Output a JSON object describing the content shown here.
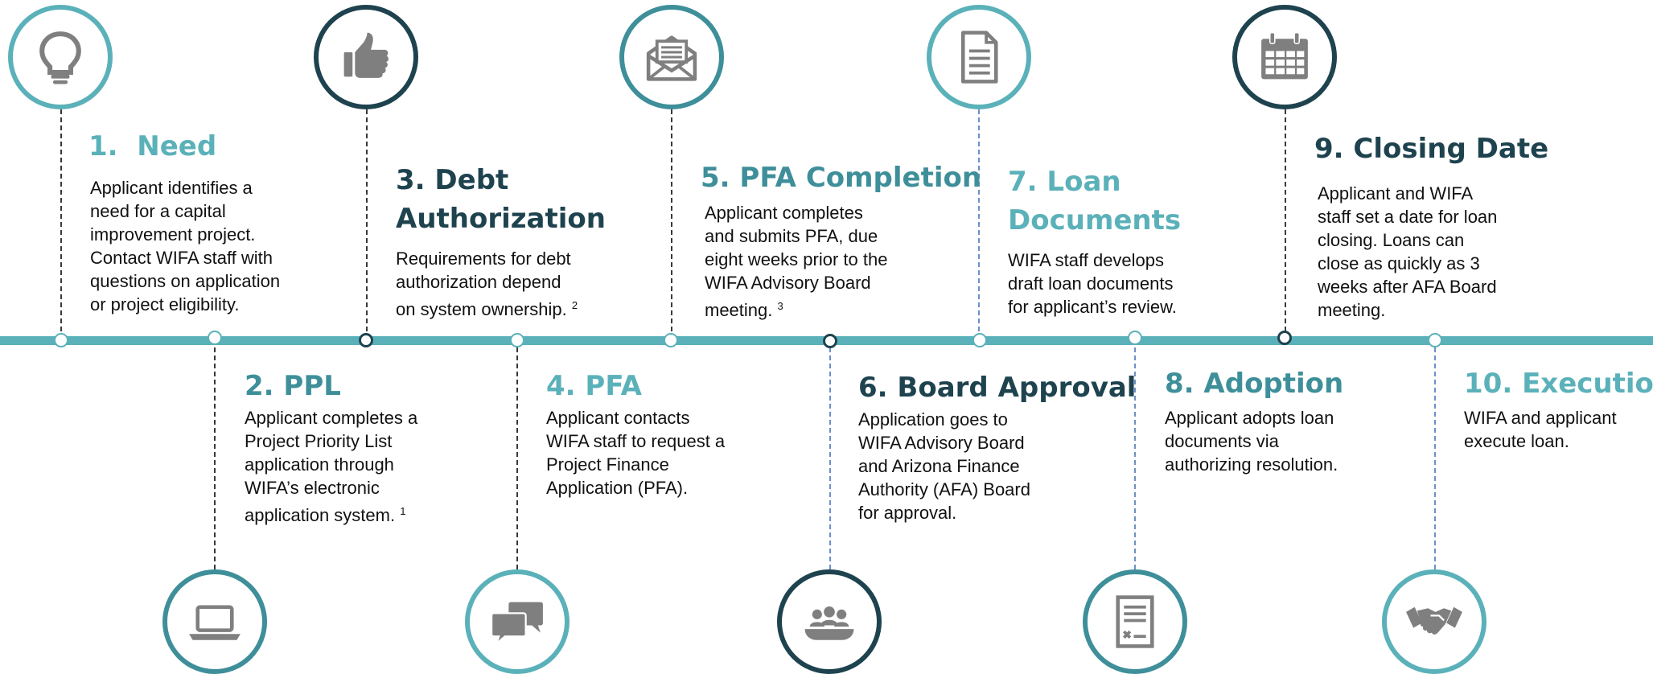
{
  "steps": [
    {
      "num": "1.",
      "title": "Need",
      "desc": "Applicant identifies a\nneed for a capital\nimprovement project.\nContact WIFA staff with\nquestions on application\nor project eligibility.",
      "icon": "lightbulb-icon"
    },
    {
      "num": "2.",
      "title": "PPL",
      "desc": "Applicant completes a\nProject Priority List\napplication through\nWIFA’s electronic\napplication system.",
      "sup": "1",
      "icon": "laptop-icon"
    },
    {
      "num": "3.",
      "title": "Debt",
      "title2": "Authorization",
      "desc": "Requirements for debt\nauthorization depend\non system ownership.",
      "sup": "2",
      "icon": "thumbs-up-icon"
    },
    {
      "num": "4.",
      "title": "PFA",
      "desc": "Applicant contacts\nWIFA staff to request a\nProject Finance\nApplication (PFA).",
      "icon": "chat-bubbles-icon"
    },
    {
      "num": "5.",
      "title": "PFA Completion",
      "desc": "Applicant completes\nand submits PFA, due\neight weeks prior to the\nWIFA Advisory Board\nmeeting.",
      "sup": "3",
      "icon": "envelope-icon"
    },
    {
      "num": "6.",
      "title": "Board Approval",
      "desc": "Application goes to\nWIFA Advisory Board\nand Arizona Finance\nAuthority (AFA) Board\nfor approval.",
      "icon": "meeting-icon"
    },
    {
      "num": "7.",
      "title": "Loan",
      "title2": "Documents",
      "desc": "WIFA staff develops\ndraft loan documents\nfor applicant’s review.",
      "icon": "document-icon"
    },
    {
      "num": "8.",
      "title": "Adoption",
      "desc": "Applicant adopts loan\ndocuments via\nauthorizing resolution.",
      "icon": "signed-form-icon"
    },
    {
      "num": "9.",
      "title": "Closing Date",
      "desc": "Applicant and WIFA\nstaff set a date for loan\nclosing. Loans can\nclose as quickly as 3\nweeks after AFA Board\nmeeting.",
      "icon": "calendar-icon"
    },
    {
      "num": "10.",
      "title": "Execution",
      "desc": "WIFA and applicant\nexecute loan.",
      "icon": "handshake-icon"
    }
  ],
  "colors": {
    "teal_light": "#5bb1b9",
    "teal_mid": "#3e8f99",
    "teal_dark": "#1e434f",
    "icon_gray": "#7f7f7f",
    "timeline": "#5bb1b9"
  }
}
